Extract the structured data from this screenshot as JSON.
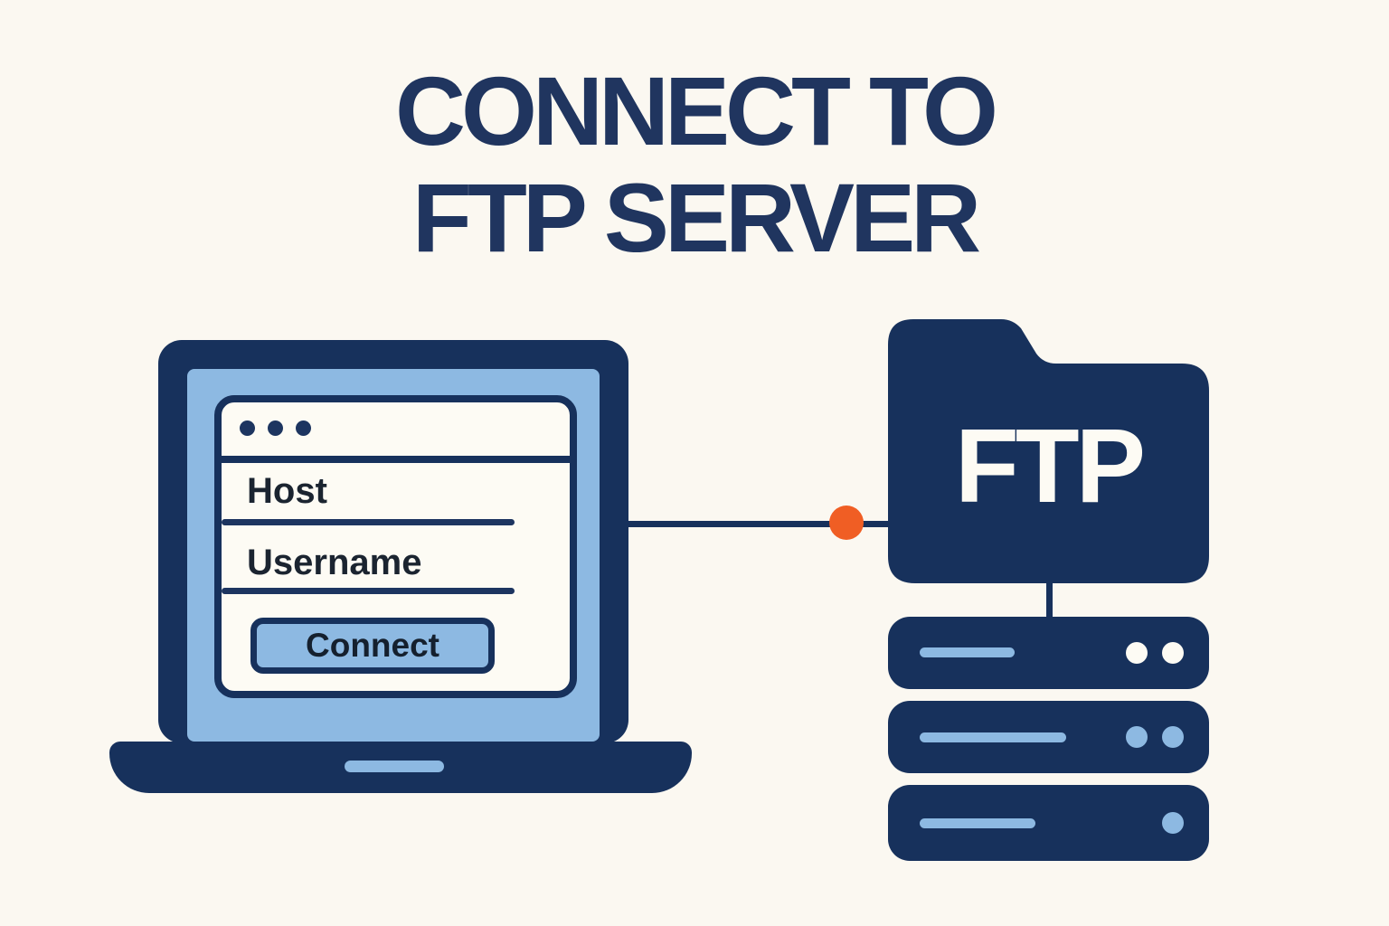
{
  "title": {
    "line1": "CONNECT TO",
    "line2": "FTP SERVER"
  },
  "laptop": {
    "window": {
      "dots_count": 3,
      "fields": [
        {
          "label": "Host"
        },
        {
          "label": "Username"
        }
      ],
      "button": {
        "label": "Connect"
      }
    }
  },
  "connection": {
    "node_color": "#F05E24",
    "line_color": "#17315C"
  },
  "folder": {
    "label": "FTP"
  },
  "server": {
    "units": [
      {
        "bar": "short",
        "lights": [
          "white",
          "white"
        ]
      },
      {
        "bar": "long",
        "lights": [
          "blue",
          "blue"
        ]
      },
      {
        "bar": "medium",
        "lights": [
          "blue"
        ]
      }
    ]
  },
  "icons": {
    "window_dots": "three navy circles",
    "ftp_folder": "navy folder with tab",
    "server_rack": "three navy rack units",
    "connection_node": "orange circle on line"
  },
  "palette": {
    "background": "#FBF8F1",
    "navy": "#17315C",
    "title_navy": "#20355F",
    "light_blue": "#8DB9E2",
    "orange": "#F05E24",
    "label_text": "#1B2430",
    "off_white": "#FDFBF4"
  }
}
